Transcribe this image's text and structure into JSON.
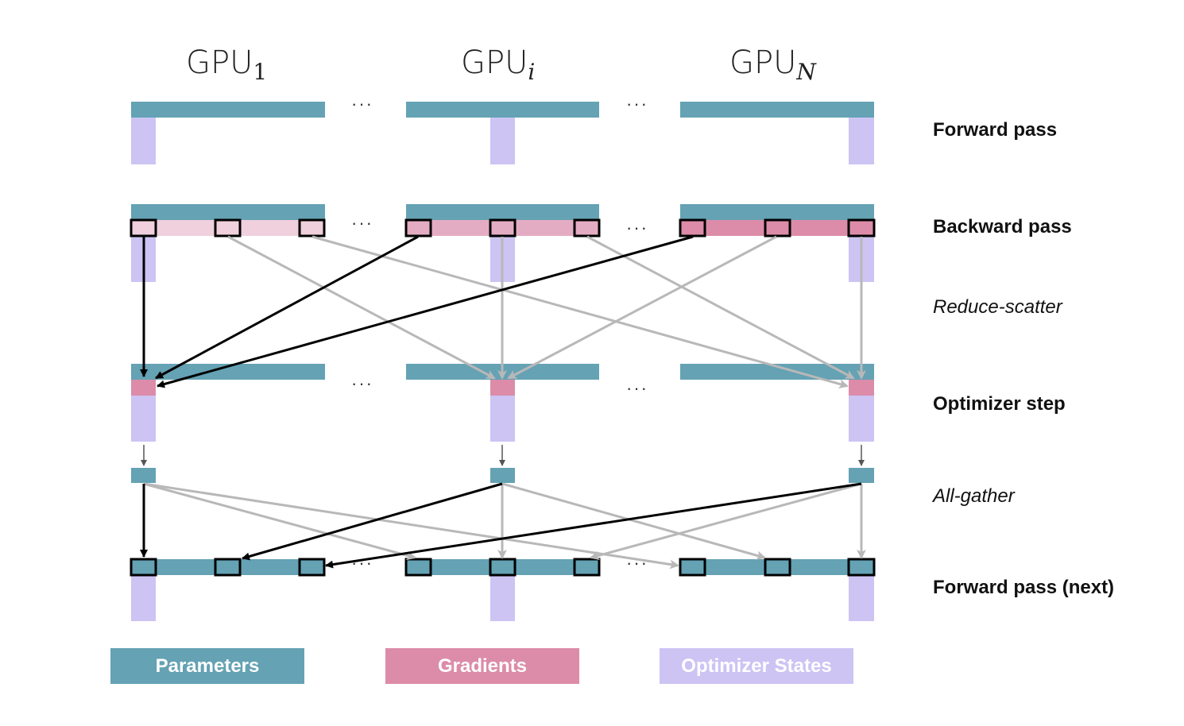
{
  "gpus": [
    {
      "base": "GPU",
      "sub": "1"
    },
    {
      "base": "GPU",
      "sub": "i"
    },
    {
      "base": "GPU",
      "sub": "N"
    }
  ],
  "stages": {
    "forward": "Forward pass",
    "backward": "Backward pass",
    "reduce_scatter": "Reduce-scatter",
    "optimizer": "Optimizer step",
    "all_gather": "All-gather",
    "forward_next": "Forward pass (next)"
  },
  "legend": {
    "parameters": "Parameters",
    "gradients": "Gradients",
    "optimizer_states": "Optimizer States"
  },
  "ellipsis": "···",
  "colors": {
    "parameters": "#64a2b4",
    "gradients": "#dc8ca8",
    "optimizer_states": "#cdc4f4",
    "gradient_shard_gpu1": "#efd0dc",
    "gradient_shard_gpui": "#e4acc2",
    "gradient_shard_gpuN": "#dc8ca8",
    "highlight_arrow": "#000000",
    "other_arrow": "#b8b8b8"
  }
}
